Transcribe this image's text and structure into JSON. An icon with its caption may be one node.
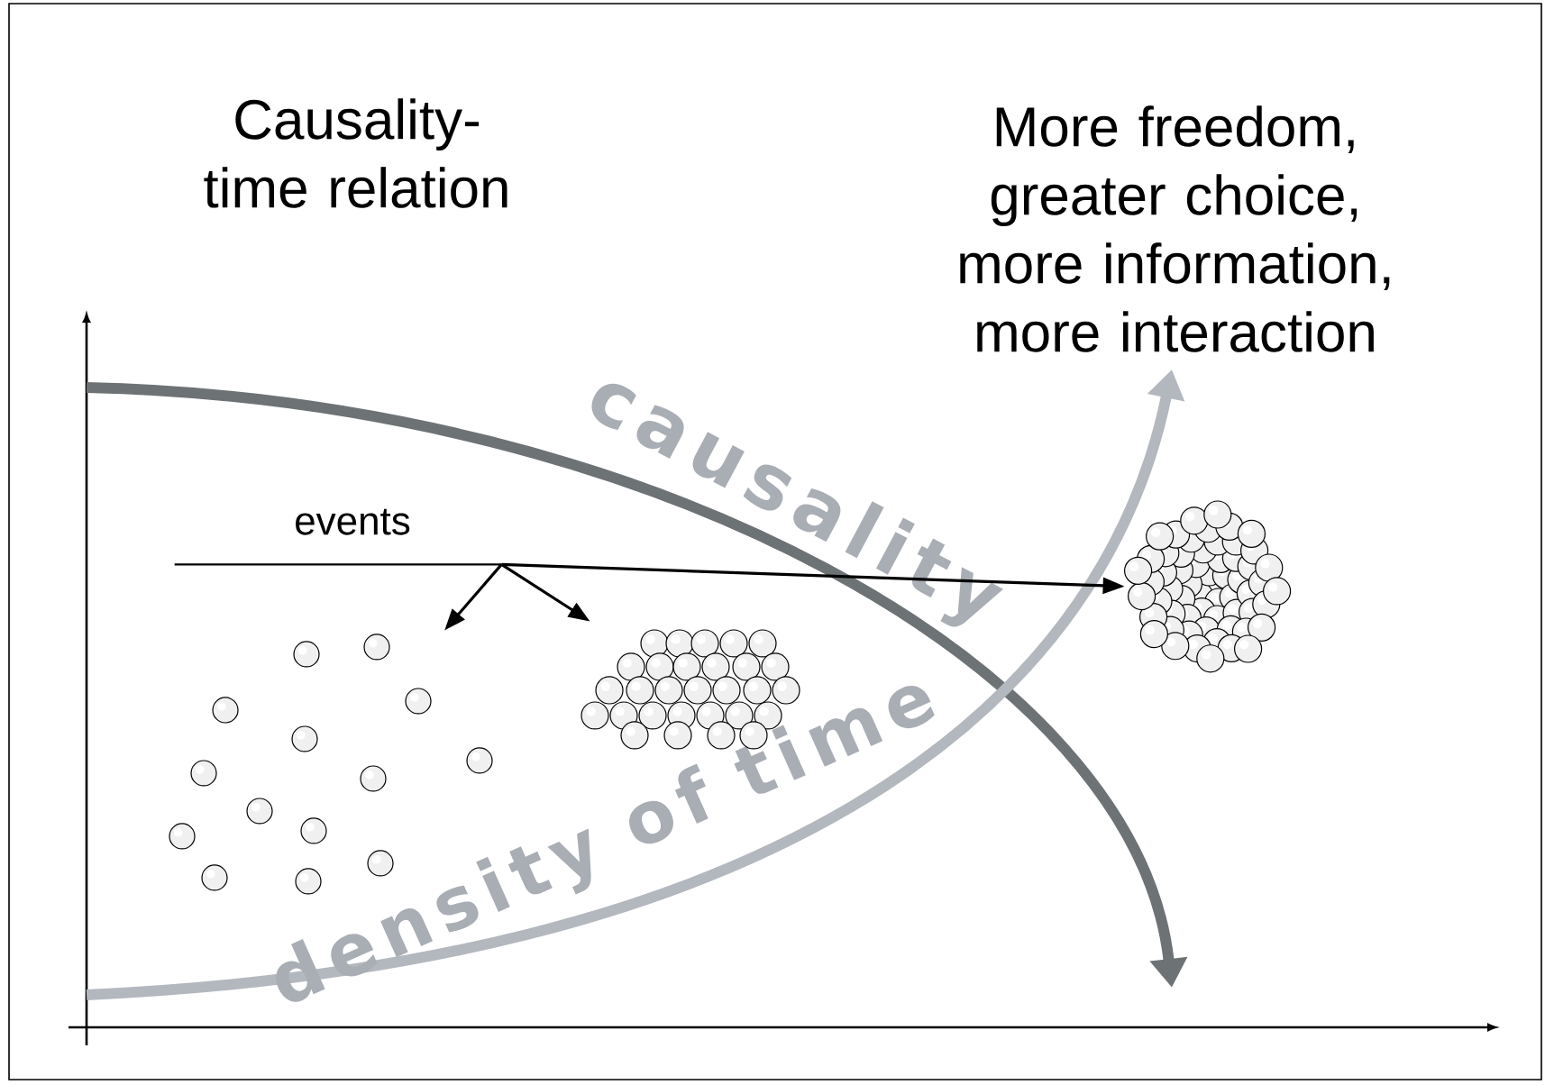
{
  "diagram": {
    "title": "Causality-time relation",
    "nodes": [
      {
        "text": [
          "events"
        ]
      },
      {
        "text": [],
        "shape": "picture"
      },
      {
        "text": [],
        "shape": "picture"
      },
      {
        "text": [],
        "shape": "picture"
      }
    ],
    "edges": [
      {
        "from": 0,
        "to": 1,
        "arrow": "to"
      },
      {
        "from": 0,
        "to": 2,
        "arrow": "to"
      },
      {
        "from": 0,
        "to": 3,
        "arrow": "to"
      }
    ],
    "labels": [
      "More freedom, greater choice, more information, more interaction",
      "causality",
      "density of time"
    ]
  }
}
